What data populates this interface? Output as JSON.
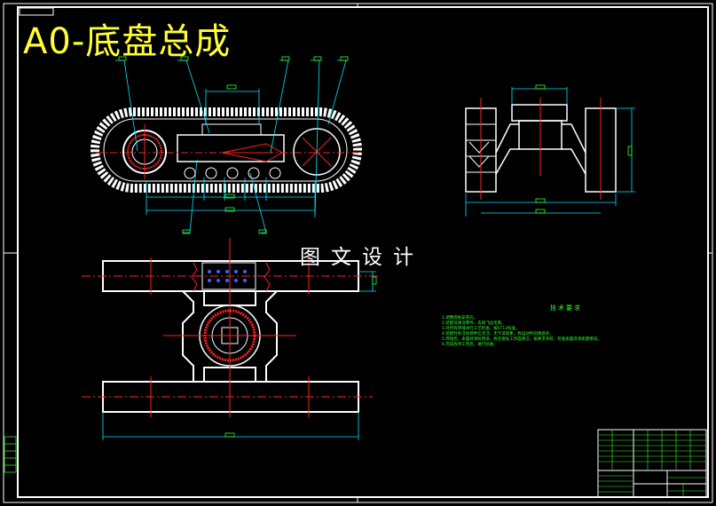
{
  "drawing": {
    "title": "A0-底盘总成",
    "watermark": "图文设计"
  },
  "colors": {
    "background": "#000000",
    "outline": "#ffffff",
    "centerline": "#ff2222",
    "dimension": "#00e5ff",
    "note_text": "#33ff33",
    "title_text": "#ffff33"
  },
  "tech_notes": {
    "title": "技术要求",
    "lines": [
      "1.调整底板安装孔。",
      "2.装配前清洗零件，去除飞边毛刺。",
      "3.对所有焊缝进行工艺检查，按ST12标准。",
      "4.装配时各活动部件应灵活，无卡滞现象。各运动件润滑良好。",
      "5.焊接后，表面喷涂防锈漆，各连接处工作面清洁，按要求涂装，检查表面涂漆质量情况。",
      "6.完成各项工序后，进行验收。"
    ]
  }
}
